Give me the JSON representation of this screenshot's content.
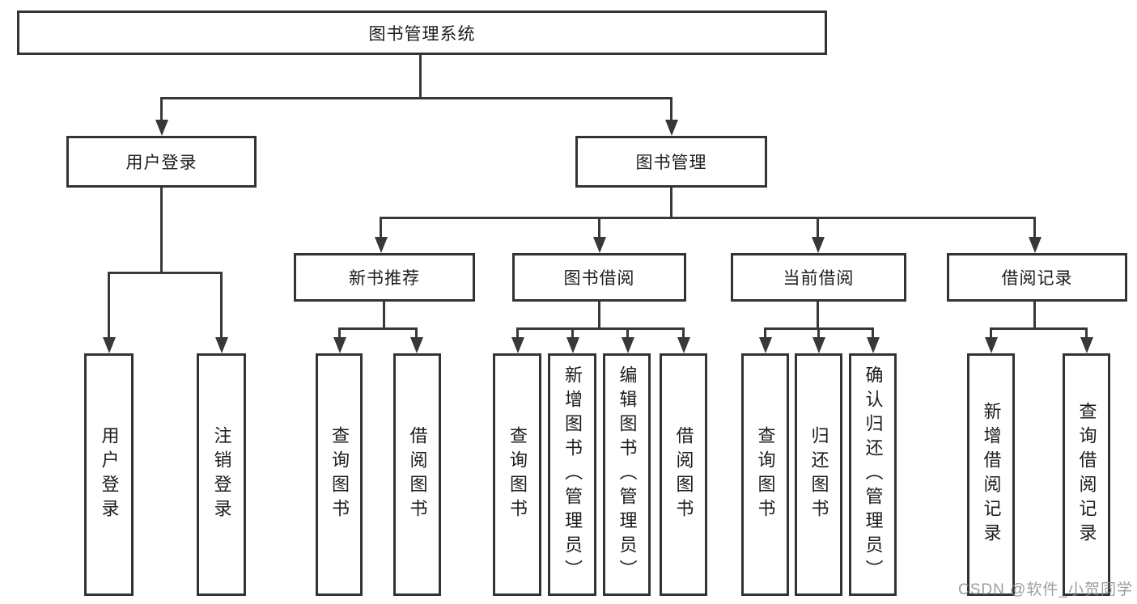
{
  "diagram": {
    "root": {
      "label": "图书管理系统"
    },
    "level2": {
      "user_login": {
        "label": "用户登录"
      },
      "book_mgmt": {
        "label": "图书管理"
      }
    },
    "level3": {
      "new_book_rec": {
        "label": "新书推荐"
      },
      "book_borrow": {
        "label": "图书借阅"
      },
      "current_borrow": {
        "label": "当前借阅"
      },
      "borrow_record": {
        "label": "借阅记录"
      }
    },
    "leaves": {
      "user_login": [
        "用户登录",
        "注销登录"
      ],
      "new_book_rec": [
        "查询图书",
        "借阅图书"
      ],
      "book_borrow": [
        "查询图书",
        "新增图书（管理员）",
        "编辑图书（管理员）",
        "借阅图书"
      ],
      "current_borrow": [
        "查询图书",
        "归还图书",
        "确认归还（管理员）"
      ],
      "borrow_record": [
        "新增借阅记录",
        "查询借阅记录"
      ]
    }
  },
  "colors": {
    "line": "#383838",
    "box_border": "#333333",
    "text": "#1c1c1c",
    "watermark": "#8c8c8c",
    "background": "#ffffff"
  },
  "watermark": "CSDN @软件_小贺同学"
}
